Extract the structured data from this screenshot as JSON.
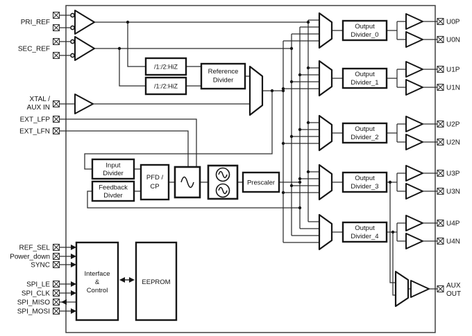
{
  "diagram": {
    "left_pins": {
      "pri_ref": "PRI_REF",
      "sec_ref": "SEC_REF",
      "xtal_aux_line1": "XTAL /",
      "xtal_aux_line2": "AUX IN",
      "ext_lfp": "EXT_LFP",
      "ext_lfn": "EXT_LFN",
      "ref_sel": "REF_SEL",
      "power_down": "Power_down",
      "sync": "SYNC",
      "spi_le": "SPI_LE",
      "spi_clk": "SPI_CLK",
      "spi_miso": "SPI_MISO",
      "spi_mosi": "SPI_MOSI"
    },
    "blocks": {
      "hiz_divider_1": "/1:/2:HiZ",
      "hiz_divider_2": "/1:/2:HiZ",
      "reference_divider": {
        "line1": "Reference",
        "line2": "Divider"
      },
      "input_divider": {
        "line1": "Input",
        "line2": "Divider"
      },
      "feedback_divider": {
        "line1": "Feedback",
        "line2": "Divder"
      },
      "pfd_cp": {
        "line1": "PFD /",
        "line2": "CP"
      },
      "prescaler": "Prescaler",
      "interface_control": {
        "line1": "Interface",
        "line2": "&",
        "line3": "Control"
      },
      "eeprom": "EEPROM"
    },
    "output_dividers": [
      {
        "line1": "Output",
        "line2": "Divider_0"
      },
      {
        "line1": "Output",
        "line2": "Divider_1"
      },
      {
        "line1": "Output",
        "line2": "Divider_2"
      },
      {
        "line1": "Output",
        "line2": "Divider_3"
      },
      {
        "line1": "Output",
        "line2": "Divider_4"
      }
    ],
    "right_pins": {
      "outputs": [
        {
          "p": "U0P",
          "n": "U0N"
        },
        {
          "p": "U1P",
          "n": "U1N"
        },
        {
          "p": "U2P",
          "n": "U2N"
        },
        {
          "p": "U3P",
          "n": "U3N"
        },
        {
          "p": "U4P",
          "n": "U4N"
        }
      ],
      "aux_line1": "AUX",
      "aux_line2": "OUT"
    }
  }
}
